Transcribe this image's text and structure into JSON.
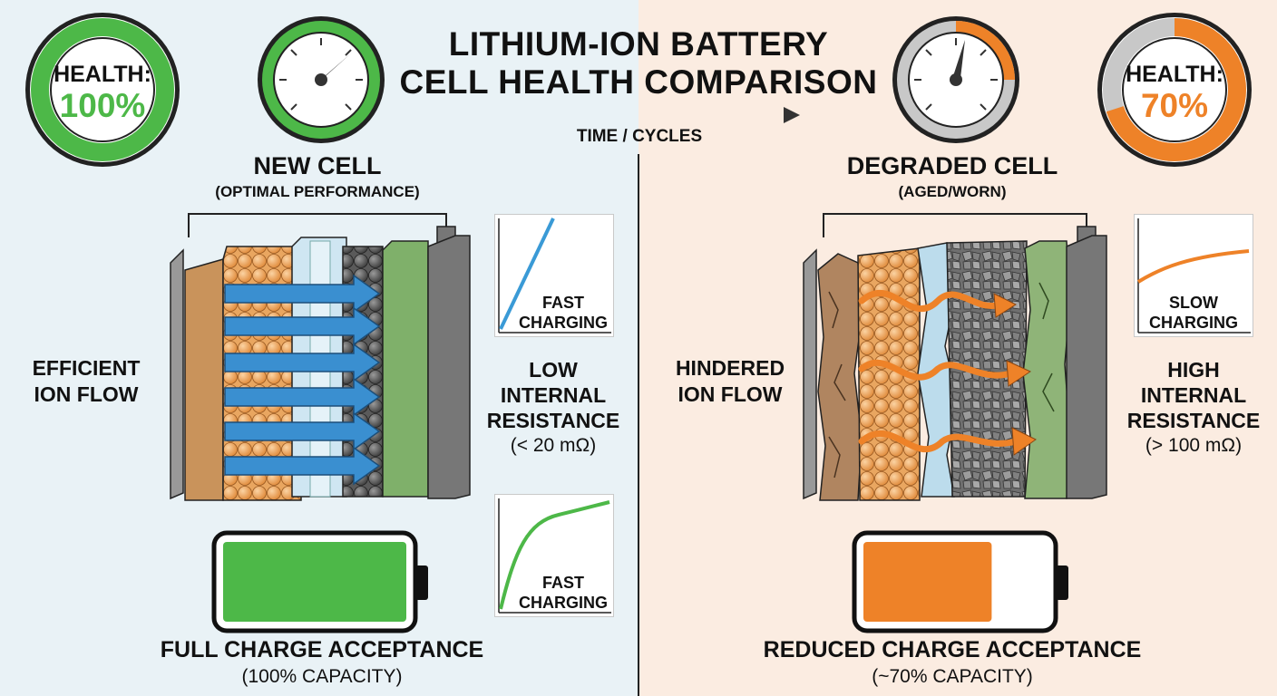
{
  "title": {
    "line1": "LITHIUM-ION BATTERY",
    "line2": "CELL HEALTH COMPARISON"
  },
  "axis_label": "TIME / CYCLES",
  "colors": {
    "good": "#4db848",
    "bad": "#ee8228",
    "blue_arrow": "#3a8fd0",
    "left_bg": "#e9f2f6",
    "right_bg": "#fbece1"
  },
  "left": {
    "health_label": "HEALTH:",
    "health_value": "100%",
    "health_fraction": 1.0,
    "cell_title": "NEW CELL",
    "cell_subtitle": "(OPTIMAL PERFORMANCE)",
    "flow_line1": "EFFICIENT",
    "flow_line2": "ION FLOW",
    "chart_top_line1": "FAST",
    "chart_top_line2": "CHARGING",
    "chart_bottom_line1": "FAST",
    "chart_bottom_line2": "CHARGING",
    "resistance_line1": "LOW",
    "resistance_line2": "INTERNAL",
    "resistance_line3": "RESISTANCE",
    "resistance_value": "(< 20 mΩ)",
    "charge_title": "FULL CHARGE ACCEPTANCE",
    "charge_subtitle": "(100% CAPACITY)",
    "battery_fill_fraction": 1.0
  },
  "right": {
    "health_label": "HEALTH:",
    "health_value": "70%",
    "health_fraction": 0.7,
    "cell_title": "DEGRADED CELL",
    "cell_subtitle": "(AGED/WORN)",
    "flow_line1": "HINDERED",
    "flow_line2": "ION FLOW",
    "chart_top_line1": "SLOW",
    "chart_top_line2": "CHARGING",
    "resistance_line1": "HIGH",
    "resistance_line2": "INTERNAL",
    "resistance_line3": "RESISTANCE",
    "resistance_value": "(> 100 mΩ)",
    "charge_title": "REDUCED CHARGE ACCEPTANCE",
    "charge_subtitle": "(~70% CAPACITY)",
    "battery_fill_fraction": 0.7
  }
}
